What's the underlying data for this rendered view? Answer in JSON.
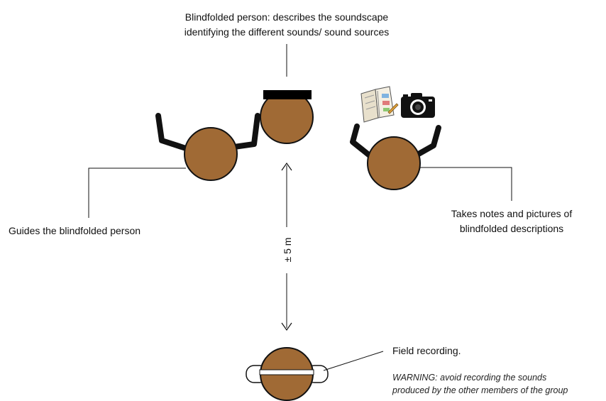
{
  "labels": {
    "blindfolded_line1": "Blindfolded person: describes the soundscape",
    "blindfolded_line2": "identifying the different sounds/ sound sources",
    "guide": "Guides the blindfolded person",
    "notes_line1": "Takes notes and pictures of",
    "notes_line2": "blindfolded descriptions",
    "distance": "± 5 m",
    "field_recording": "Field recording.",
    "warning_line1": "WARNING: avoid recording the sounds",
    "warning_line2": "produced by the other members of the group"
  },
  "icons": {
    "notebook": "notebook-icon",
    "camera": "camera-icon"
  },
  "colors": {
    "head": "#A06A35",
    "outline": "#111111",
    "blindfold": "#000000",
    "headphones": "#ffffff"
  }
}
